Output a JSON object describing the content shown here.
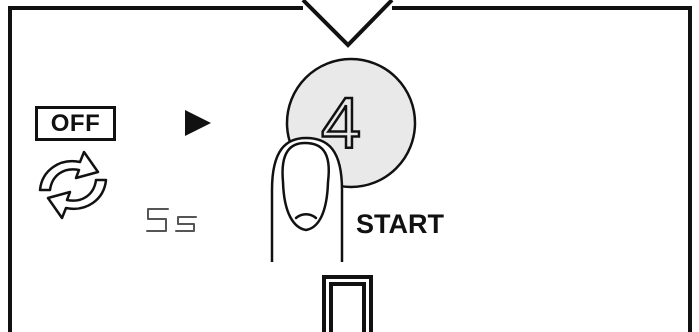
{
  "display": {
    "off_label": "OFF",
    "timer_label": "5s",
    "program_number": "4",
    "start_label": "START"
  },
  "icons": {
    "play": "play-arrow-icon",
    "cycle": "rotate-arrows-icon",
    "finger": "finger-press-icon",
    "pointer": "down-pointer-icon"
  },
  "colors": {
    "line": "#111111",
    "circle_fill": "#e9e9e9",
    "timer_digit": "#555555"
  }
}
